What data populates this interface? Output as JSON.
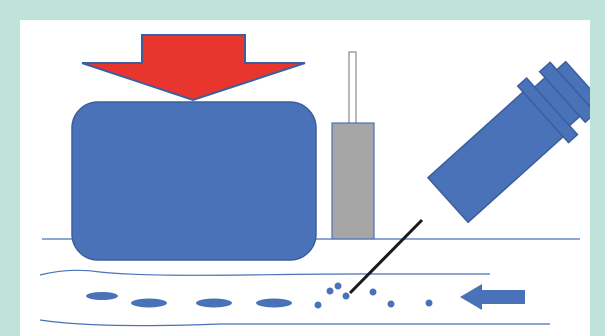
{
  "diagram": {
    "colors": {
      "frame": "#bfe3d8",
      "background": "#ffffff",
      "block": "#4a72b8",
      "block_edge": "#3b5f9e",
      "arrow_fill": "#e8352e",
      "arrow_edge": "#3b5f9e",
      "sensor_body": "#a6a6a6",
      "sensor_edge": "#4a72b8",
      "line": "#4a72b8",
      "probe_line": "#1a1a1a"
    },
    "elements": {
      "press_arrow": "downward-arrow",
      "press_block": "rounded-block",
      "sensor": "vertical-sensor-with-rod",
      "nozzle": "angled-cylindrical-nozzle",
      "flow_arrow": "left-pointing-arrow",
      "particles": "dots-and-flattened-discs"
    }
  }
}
